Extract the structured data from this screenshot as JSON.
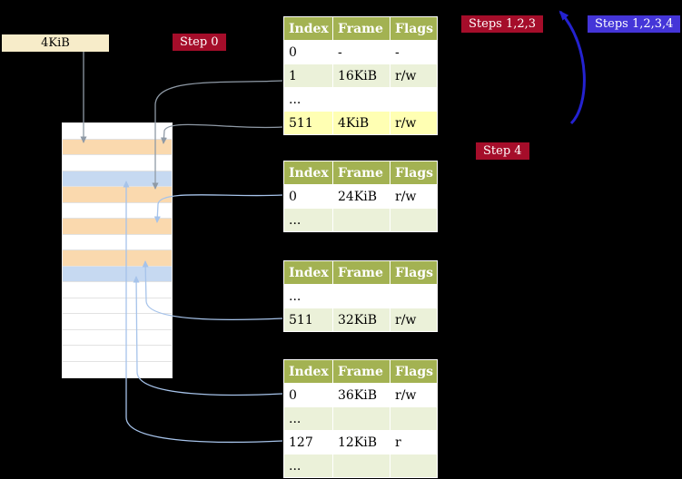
{
  "frame_box": {
    "label": "4KiB"
  },
  "badges": {
    "step0": "Step 0",
    "steps123": "Steps 1,2,3",
    "steps1234": "Steps 1,2,3,4",
    "step4": "Step 4"
  },
  "tables": [
    {
      "name": "page-table-level-4",
      "headers": [
        "Index",
        "Frame",
        "Flags"
      ],
      "rows": [
        {
          "cells": [
            "0",
            "-",
            "-"
          ],
          "variant": "white"
        },
        {
          "cells": [
            "1",
            "16KiB",
            "r/w"
          ],
          "variant": "green"
        },
        {
          "cells": [
            "...",
            "",
            ""
          ],
          "variant": "white"
        },
        {
          "cells": [
            "511",
            "4KiB",
            "r/w"
          ],
          "variant": "highlight"
        }
      ]
    },
    {
      "name": "page-table-level-3",
      "headers": [
        "Index",
        "Frame",
        "Flags"
      ],
      "rows": [
        {
          "cells": [
            "0",
            "24KiB",
            "r/w"
          ],
          "variant": "white"
        },
        {
          "cells": [
            "...",
            "",
            ""
          ],
          "variant": "green"
        }
      ]
    },
    {
      "name": "page-table-level-2",
      "headers": [
        "Index",
        "Frame",
        "Flags"
      ],
      "rows": [
        {
          "cells": [
            "...",
            "",
            ""
          ],
          "variant": "white"
        },
        {
          "cells": [
            "511",
            "32KiB",
            "r/w"
          ],
          "variant": "green"
        }
      ]
    },
    {
      "name": "page-table-level-1",
      "headers": [
        "Index",
        "Frame",
        "Flags"
      ],
      "rows": [
        {
          "cells": [
            "0",
            "36KiB",
            "r/w"
          ],
          "variant": "white"
        },
        {
          "cells": [
            "...",
            "",
            ""
          ],
          "variant": "green"
        },
        {
          "cells": [
            "127",
            "12KiB",
            "r"
          ],
          "variant": "white"
        },
        {
          "cells": [
            "...",
            "",
            ""
          ],
          "variant": "green"
        }
      ]
    }
  ],
  "memory": {
    "rows": [
      "white",
      "peach",
      "white",
      "blue",
      "peach",
      "white",
      "peach",
      "white",
      "peach",
      "blue",
      "white",
      "white",
      "white",
      "white",
      "white",
      "white"
    ]
  },
  "colors": {
    "background": "#000000",
    "crimson_badge": "#a50d2a",
    "blue_badge": "#4435d8",
    "cream_box": "#f7ecc9",
    "header_olive": "#a3b252",
    "white": "#ffffff",
    "green": "#ebf1d9",
    "highlight": "#ffffb3",
    "peach": "#fad9ae",
    "blue": "#c6d9f1",
    "arrow_gray": "#8f9aa6",
    "arrow_light_blue": "#a6c3ea",
    "arrow_blue_bold": "#2422d0"
  }
}
